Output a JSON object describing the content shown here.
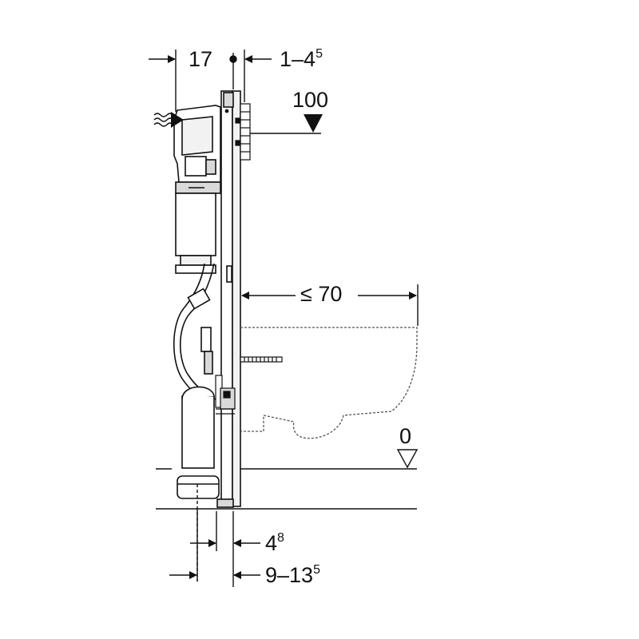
{
  "dimensions": {
    "top_left": "17",
    "top_right_base": "1–4",
    "top_right_sup": "5",
    "height_level": "100",
    "projection": "≤ 70",
    "floor_level": "0",
    "bottom_upper_base": "4",
    "bottom_upper_sup": "8",
    "bottom_lower_base": "9–13",
    "bottom_lower_sup": "5"
  },
  "colors": {
    "line": "#111111",
    "fill_light": "#f2f2f2",
    "fill_mid": "#d9d9d9",
    "dashed": "#555555"
  }
}
